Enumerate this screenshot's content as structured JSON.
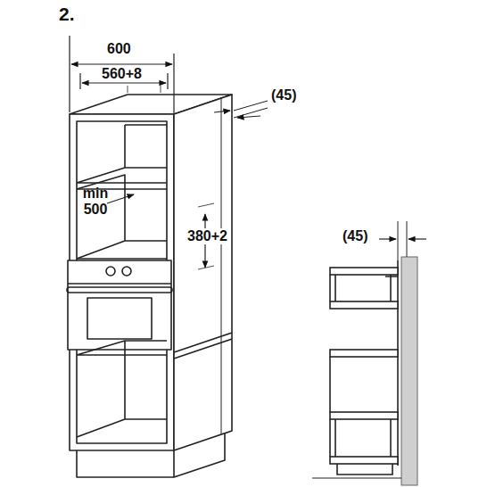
{
  "diagram": {
    "labels": [
      "2.",
      "600",
      "560+8",
      "(45)",
      "min 500",
      "380+2",
      "(45)"
    ]
  }
}
